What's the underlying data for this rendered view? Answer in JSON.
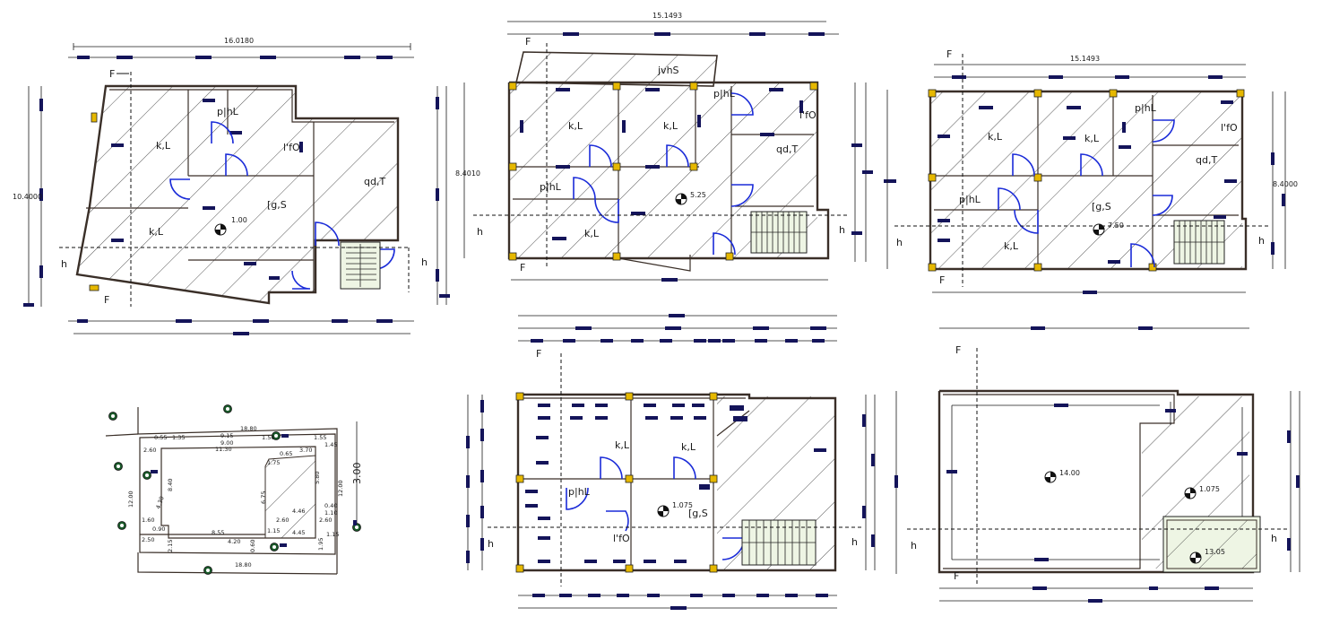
{
  "plans": {
    "ground": {
      "width_dim": "16.0180",
      "height_dim": "10.4000",
      "rooms": [
        "p|hL",
        "k,L",
        "l'fO",
        "[g,S",
        "qd,T",
        "k,L"
      ],
      "level": "1.00",
      "marker_h": "h",
      "marker_f": "F"
    },
    "first": {
      "width_dim": "15.1493",
      "height_dim": "8.4010",
      "rooms": [
        "jvhS",
        "k,L",
        "k,L",
        "p|hL",
        "l'fO",
        "qd,T",
        "p|hL",
        "k,L"
      ],
      "level": "5.25",
      "marker_h": "h",
      "marker_f": "F"
    },
    "second": {
      "width_dim": "15.1493",
      "height_dim": "8.4000",
      "rooms": [
        "k,L",
        "k,L",
        "p|hL",
        "l'fO",
        "qd,T",
        "p|hL",
        "[g,S",
        "k,L"
      ],
      "level": "7.50",
      "marker_h": "h",
      "marker_f": "F"
    },
    "site": {
      "dims": [
        "18.80",
        "9.15",
        "9.00",
        "11.30",
        "0.55",
        "1.35",
        "1.50",
        "1.55",
        "1.45",
        "3.70",
        "2.60",
        "0.65",
        "1.75",
        "8.40",
        "6.75",
        "5.80",
        "12.00",
        "12.00",
        "4.30",
        "0.40",
        "1.10",
        "2.60",
        "1.60",
        "0.90",
        "4.46",
        "4.45",
        "1.15",
        "2.60",
        "1.15",
        "1.95",
        "2.50",
        "2.15",
        "8.55",
        "4.20",
        "0.60",
        "18.80"
      ],
      "side_dim": "3.00"
    },
    "third": {
      "rooms": [
        "k,L",
        "k,L",
        "p|hL",
        "l'fO",
        "[g,S"
      ],
      "level": "1.075",
      "marker_h": "h",
      "marker_f": "F"
    },
    "terrace": {
      "level_main": "14.00",
      "level_side": "1.075",
      "level_box": "13.05",
      "marker_h": "h",
      "marker_f": "F"
    }
  }
}
